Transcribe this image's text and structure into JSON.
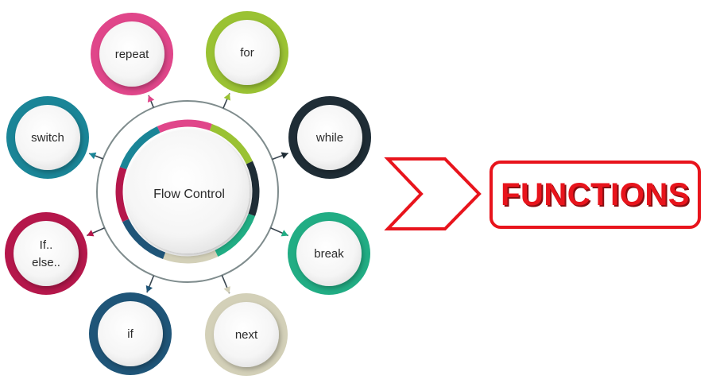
{
  "center": {
    "label": "Flow Control"
  },
  "nodes": [
    {
      "id": "repeat",
      "label": "repeat",
      "color": "#e0468a"
    },
    {
      "id": "for",
      "label": "for",
      "color": "#9ac233"
    },
    {
      "id": "while",
      "label": "while",
      "color": "#1f2d36"
    },
    {
      "id": "break",
      "label": "break",
      "color": "#21ad84"
    },
    {
      "id": "next",
      "label": "next",
      "color": "#d3d0b8"
    },
    {
      "id": "if",
      "label": "if",
      "color": "#1f5578"
    },
    {
      "id": "ifelse",
      "label1": "If..",
      "label2": "else..",
      "color": "#b5174b"
    },
    {
      "id": "switch",
      "label": "switch",
      "color": "#1a8597"
    }
  ],
  "arrow_color": "#e8141c",
  "result": {
    "label": "FUNCTIONS",
    "color": "#e8141c"
  }
}
